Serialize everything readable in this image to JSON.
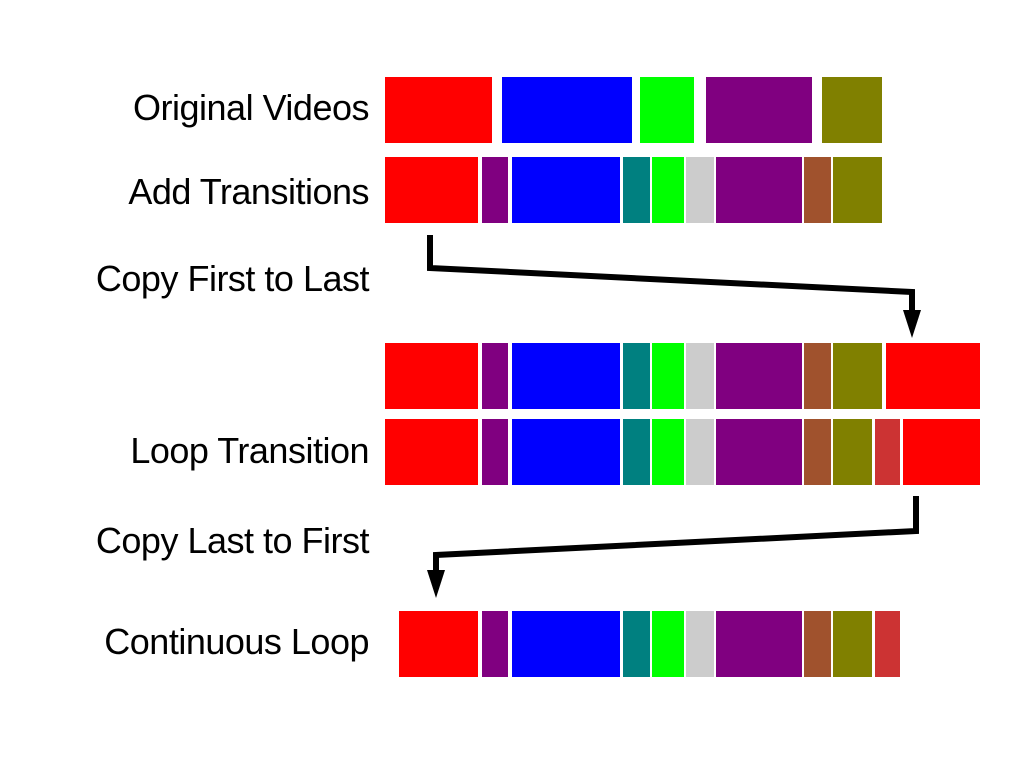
{
  "labels": {
    "original": "Original Videos",
    "add_transitions": "Add Transitions",
    "copy_first_to_last": "Copy First to Last",
    "loop_transition": "Loop Transition",
    "copy_last_to_first": "Copy Last to First",
    "continuous_loop": "Continuous Loop"
  },
  "colors": {
    "red": "#ff0000",
    "purple": "#800080",
    "blue": "#0000ff",
    "teal": "#008080",
    "green": "#00ff00",
    "silver": "#cccccc",
    "sienna": "#a0522d",
    "olive": "#808000",
    "brick": "#cc3333",
    "arrow": "#000000"
  },
  "rows": [
    {
      "id": "original-videos-row",
      "segments": [
        {
          "kind": "video",
          "color": "red"
        },
        {
          "kind": "video",
          "color": "blue"
        },
        {
          "kind": "video",
          "color": "green"
        },
        {
          "kind": "video",
          "color": "purple"
        },
        {
          "kind": "video",
          "color": "olive"
        }
      ]
    },
    {
      "id": "add-transitions-row",
      "segments": [
        {
          "kind": "video",
          "color": "red"
        },
        {
          "kind": "transition",
          "color": "purple"
        },
        {
          "kind": "video",
          "color": "blue"
        },
        {
          "kind": "transition",
          "color": "teal"
        },
        {
          "kind": "video",
          "color": "green"
        },
        {
          "kind": "transition",
          "color": "silver"
        },
        {
          "kind": "video",
          "color": "purple"
        },
        {
          "kind": "transition",
          "color": "sienna"
        },
        {
          "kind": "video",
          "color": "olive"
        }
      ]
    },
    {
      "id": "copy-first-to-last-row",
      "segments": [
        {
          "kind": "video",
          "color": "red"
        },
        {
          "kind": "transition",
          "color": "purple"
        },
        {
          "kind": "video",
          "color": "blue"
        },
        {
          "kind": "transition",
          "color": "teal"
        },
        {
          "kind": "video",
          "color": "green"
        },
        {
          "kind": "transition",
          "color": "silver"
        },
        {
          "kind": "video",
          "color": "purple"
        },
        {
          "kind": "transition",
          "color": "sienna"
        },
        {
          "kind": "video",
          "color": "olive"
        },
        {
          "kind": "video",
          "color": "red"
        }
      ]
    },
    {
      "id": "loop-transition-row",
      "segments": [
        {
          "kind": "video",
          "color": "red"
        },
        {
          "kind": "transition",
          "color": "purple"
        },
        {
          "kind": "video",
          "color": "blue"
        },
        {
          "kind": "transition",
          "color": "teal"
        },
        {
          "kind": "video",
          "color": "green"
        },
        {
          "kind": "transition",
          "color": "silver"
        },
        {
          "kind": "video",
          "color": "purple"
        },
        {
          "kind": "transition",
          "color": "sienna"
        },
        {
          "kind": "video",
          "color": "olive"
        },
        {
          "kind": "transition",
          "color": "brick"
        },
        {
          "kind": "video",
          "color": "red"
        }
      ]
    },
    {
      "id": "continuous-loop-row",
      "segments": [
        {
          "kind": "video",
          "color": "red"
        },
        {
          "kind": "transition",
          "color": "purple"
        },
        {
          "kind": "video",
          "color": "blue"
        },
        {
          "kind": "transition",
          "color": "teal"
        },
        {
          "kind": "video",
          "color": "green"
        },
        {
          "kind": "transition",
          "color": "silver"
        },
        {
          "kind": "video",
          "color": "purple"
        },
        {
          "kind": "transition",
          "color": "sienna"
        },
        {
          "kind": "video",
          "color": "olive"
        },
        {
          "kind": "transition",
          "color": "brick"
        }
      ]
    }
  ],
  "arrows": [
    {
      "id": "copy-first-to-last-arrow",
      "from": "add-transitions-row",
      "to": "copy-first-to-last-row"
    },
    {
      "id": "copy-last-to-first-arrow",
      "from": "loop-transition-row",
      "to": "continuous-loop-row"
    }
  ]
}
